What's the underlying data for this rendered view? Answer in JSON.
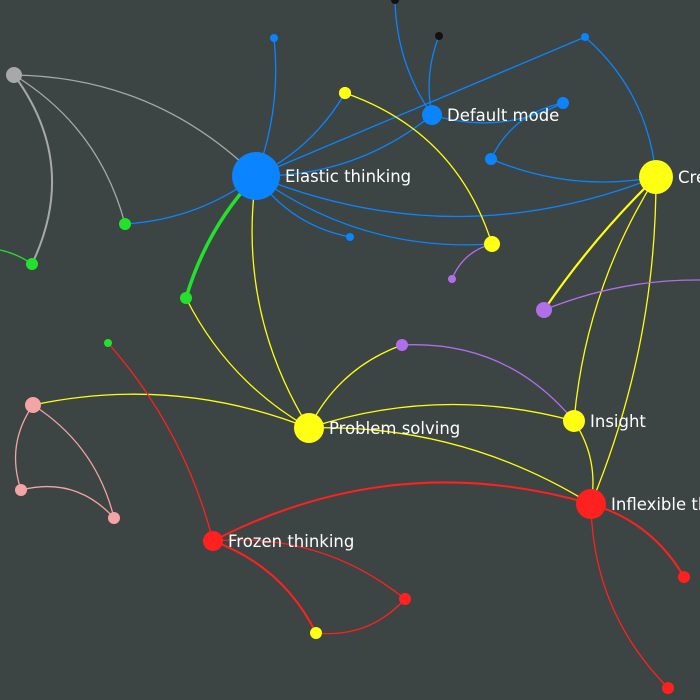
{
  "colors": {
    "background": "#3c4444",
    "blue": "#0a84ff",
    "yellow": "#ffff12",
    "red": "#ff2020",
    "green": "#22e22c",
    "purple": "#b06fe9",
    "pink": "#f3a4a4",
    "gray": "#a8a8a8",
    "black": "#111111"
  },
  "nodes": [
    {
      "id": "elastic",
      "label": "Elastic thinking",
      "color": "blue"
    },
    {
      "id": "default",
      "label": "Default mode",
      "color": "blue"
    },
    {
      "id": "creative",
      "label": "Cre",
      "color": "yellow"
    },
    {
      "id": "problem",
      "label": "Problem solving",
      "color": "yellow"
    },
    {
      "id": "insight",
      "label": "Insight",
      "color": "yellow"
    },
    {
      "id": "inflexible",
      "label": "Inflexible th",
      "color": "red"
    },
    {
      "id": "frozen",
      "label": "Frozen thinking",
      "color": "red"
    },
    {
      "id": "b1",
      "label": "",
      "color": "blue"
    },
    {
      "id": "b2",
      "label": "",
      "color": "blue"
    },
    {
      "id": "b3",
      "label": "",
      "color": "blue"
    },
    {
      "id": "b4",
      "label": "",
      "color": "blue"
    },
    {
      "id": "b5",
      "label": "",
      "color": "blue"
    },
    {
      "id": "k1",
      "label": "",
      "color": "black"
    },
    {
      "id": "k2",
      "label": "",
      "color": "black"
    },
    {
      "id": "y1",
      "label": "",
      "color": "yellow"
    },
    {
      "id": "y2",
      "label": "",
      "color": "yellow"
    },
    {
      "id": "y3",
      "label": "",
      "color": "yellow"
    },
    {
      "id": "y4",
      "label": "",
      "color": "yellow"
    },
    {
      "id": "g1",
      "label": "",
      "color": "green"
    },
    {
      "id": "g2",
      "label": "",
      "color": "green"
    },
    {
      "id": "g3",
      "label": "",
      "color": "green"
    },
    {
      "id": "g4",
      "label": "",
      "color": "green"
    },
    {
      "id": "gray1",
      "label": "",
      "color": "gray"
    },
    {
      "id": "p1",
      "label": "",
      "color": "purple"
    },
    {
      "id": "p2",
      "label": "",
      "color": "purple"
    },
    {
      "id": "p3",
      "label": "",
      "color": "purple"
    },
    {
      "id": "pk1",
      "label": "",
      "color": "pink"
    },
    {
      "id": "pk2",
      "label": "",
      "color": "pink"
    },
    {
      "id": "pk3",
      "label": "",
      "color": "pink"
    },
    {
      "id": "r1",
      "label": "",
      "color": "red"
    },
    {
      "id": "r2",
      "label": "",
      "color": "red"
    },
    {
      "id": "r3",
      "label": "",
      "color": "red"
    }
  ],
  "edges": [
    {
      "from": "elastic",
      "to": "b1",
      "color": "blue"
    },
    {
      "from": "elastic",
      "to": "b4",
      "color": "blue"
    },
    {
      "from": "elastic",
      "to": "g1",
      "color": "blue"
    },
    {
      "from": "elastic",
      "to": "y4",
      "color": "blue"
    },
    {
      "from": "elastic",
      "to": "default",
      "color": "blue"
    },
    {
      "from": "elastic",
      "to": "creative",
      "color": "blue"
    },
    {
      "from": "elastic",
      "to": "y2",
      "color": "blue"
    },
    {
      "from": "elastic",
      "to": "b3",
      "color": "blue"
    },
    {
      "from": "elastic",
      "to": "g3",
      "color": "green"
    },
    {
      "from": "elastic",
      "to": "problem",
      "color": "yellow"
    },
    {
      "from": "elastic",
      "to": "gray1",
      "color": "gray"
    },
    {
      "from": "default",
      "to": "k1",
      "color": "blue"
    },
    {
      "from": "default",
      "to": "k2",
      "color": "blue"
    },
    {
      "from": "default",
      "to": "b2",
      "color": "blue"
    },
    {
      "from": "b2",
      "to": "b5",
      "color": "blue"
    },
    {
      "from": "creative",
      "to": "b5",
      "color": "blue"
    },
    {
      "from": "creative",
      "to": "b1b",
      "color": "blue"
    },
    {
      "from": "creative",
      "to": "p2",
      "color": "yellow"
    },
    {
      "from": "creative",
      "to": "insight",
      "color": "yellow"
    },
    {
      "from": "creative",
      "to": "inflexible",
      "color": "yellow"
    },
    {
      "from": "y1",
      "to": "y4",
      "color": "yellow"
    },
    {
      "from": "y4",
      "to": "p1",
      "color": "purple"
    },
    {
      "from": "p2",
      "to": "offright",
      "color": "purple"
    },
    {
      "from": "problem",
      "to": "g3",
      "color": "yellow"
    },
    {
      "from": "problem",
      "to": "p3",
      "color": "yellow"
    },
    {
      "from": "problem",
      "to": "insight",
      "color": "yellow"
    },
    {
      "from": "problem",
      "to": "inflexible",
      "color": "yellow"
    },
    {
      "from": "problem",
      "to": "pk1",
      "color": "yellow"
    },
    {
      "from": "p3",
      "to": "insight",
      "color": "purple"
    },
    {
      "from": "insight",
      "to": "inflexible",
      "color": "yellow"
    },
    {
      "from": "inflexible",
      "to": "frozen",
      "color": "red"
    },
    {
      "from": "inflexible",
      "to": "r3",
      "color": "red"
    },
    {
      "from": "inflexible",
      "to": "r2",
      "color": "red"
    },
    {
      "from": "frozen",
      "to": "g4",
      "color": "red"
    },
    {
      "from": "frozen",
      "to": "y3",
      "color": "red"
    },
    {
      "from": "frozen",
      "to": "r1",
      "color": "red"
    },
    {
      "from": "y3",
      "to": "r1",
      "color": "red"
    },
    {
      "from": "gray1",
      "to": "g2",
      "color": "gray"
    },
    {
      "from": "gray1",
      "to": "g1",
      "color": "gray"
    },
    {
      "from": "g2",
      "to": "offleft",
      "color": "green"
    },
    {
      "from": "pk1",
      "to": "pk2",
      "color": "pink"
    },
    {
      "from": "pk1",
      "to": "pk3",
      "color": "pink"
    },
    {
      "from": "pk2",
      "to": "pk3",
      "color": "pink"
    }
  ]
}
